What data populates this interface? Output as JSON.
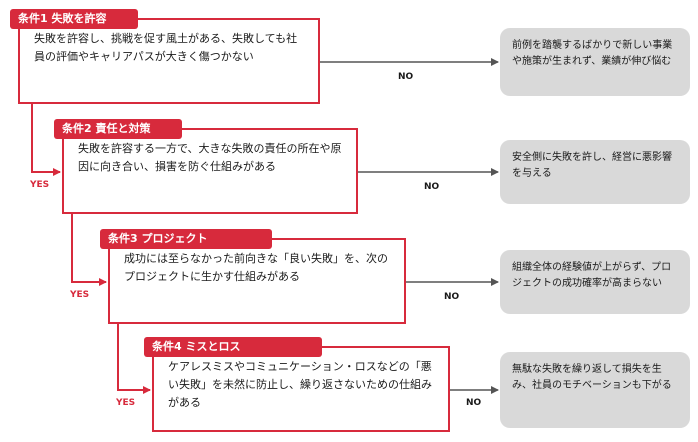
{
  "steps": [
    {
      "tag": "条件1 失敗を許容",
      "condition": "失敗を許容し、挑戦を促す風土がある、失敗しても社員の評価やキャリアパスが大きく傷つかない",
      "no_label": "NO",
      "yes_label": "YES",
      "outcome": "前例を踏襲するばかりで新しい事業や施策が生まれず、業績が伸び悩む"
    },
    {
      "tag": "条件2 責任と対策",
      "condition": "失敗を許容する一方で、大きな失敗の責任の所在や原因に向き合い、損害を防ぐ仕組みがある",
      "no_label": "NO",
      "yes_label": "YES",
      "outcome": "安全側に失敗を許し、経営に悪影響を与える"
    },
    {
      "tag": "条件3 プロジェクト",
      "condition": "成功には至らなかった前向きな「良い失敗」を、次のプロジェクトに生かす仕組みがある",
      "no_label": "NO",
      "yes_label": "YES",
      "outcome": "組織全体の経験値が上がらず、プロジェクトの成功確率が高まらない"
    },
    {
      "tag": "条件4 ミスとロス",
      "condition": "ケアレスミスやコミュニケーション・ロスなどの「悪い失敗」を未然に防止し、繰り返さないための仕組みがある",
      "no_label": "NO",
      "outcome": "無駄な失敗を繰り返して損失を生み、社員のモチベーションも下がる"
    }
  ],
  "colors": {
    "accent": "#d72a3c",
    "outcome_bg": "#d9d9d9",
    "arrow": "#555555"
  }
}
